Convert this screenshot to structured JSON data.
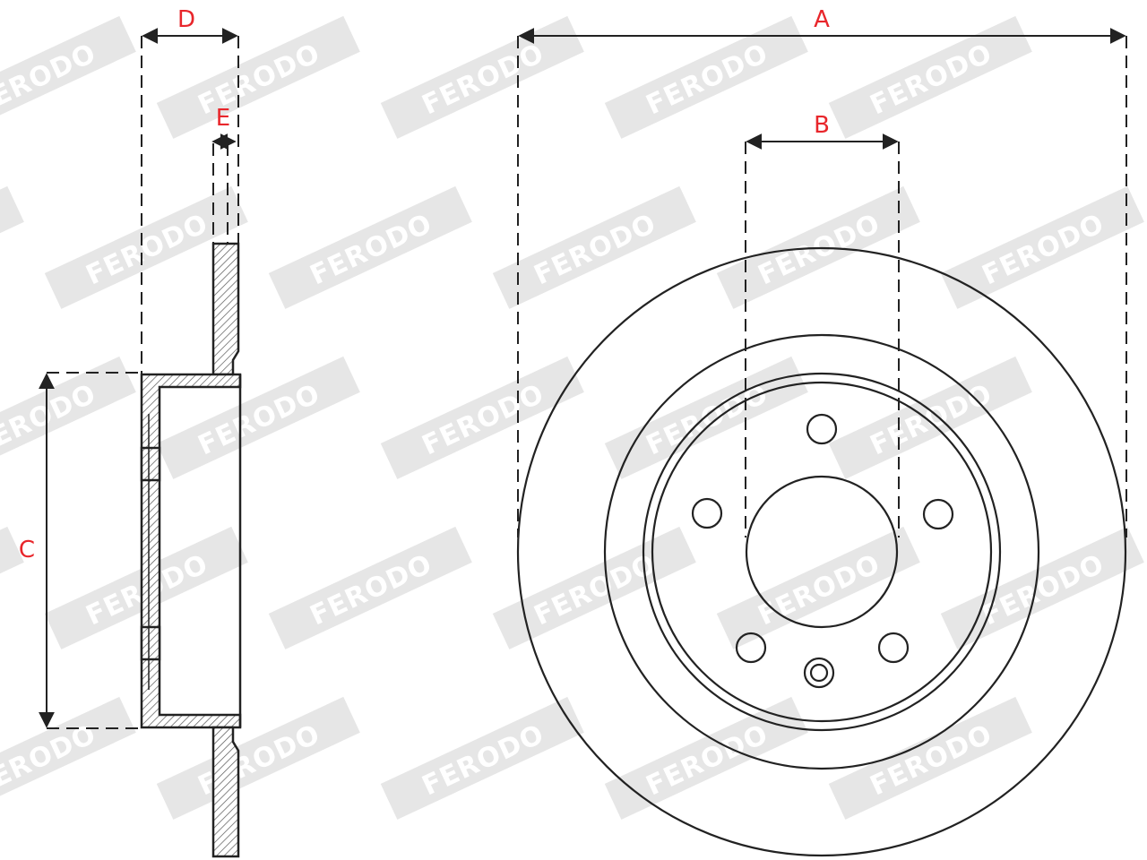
{
  "watermark": {
    "text": "FERODO"
  },
  "colors": {
    "line": "#222222",
    "label": "#e8262b",
    "watermark": "#e6e6e6",
    "hatch": "#555555"
  },
  "dimensions": {
    "A": {
      "label": "A"
    },
    "B": {
      "label": "B"
    },
    "C": {
      "label": "C"
    },
    "D": {
      "label": "D"
    },
    "E": {
      "label": "E"
    }
  }
}
